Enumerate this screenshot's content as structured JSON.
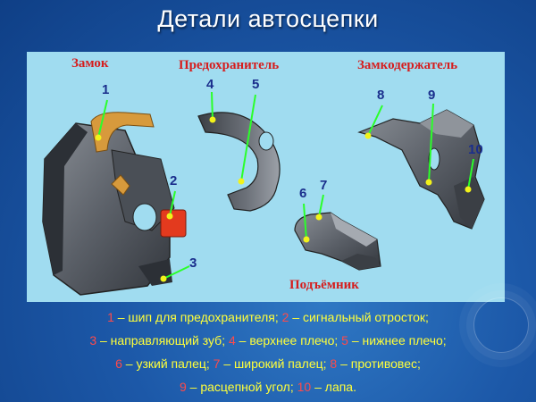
{
  "title": "Детали автосцепки",
  "sections": {
    "lock": "Замок",
    "guard": "Предохранитель",
    "lock_holder": "Замкодержатель",
    "lifter": "Подъёмник"
  },
  "numbers": [
    "1",
    "2",
    "3",
    "4",
    "5",
    "6",
    "7",
    "8",
    "9",
    "10"
  ],
  "captions": [
    [
      {
        "n": "1"
      },
      {
        "t": " – шип для предохранителя; "
      },
      {
        "n": "2"
      },
      {
        "t": " – сигнальный отросток;"
      }
    ],
    [
      {
        "n": "3"
      },
      {
        "t": " – направляющий зуб; "
      },
      {
        "n": "4"
      },
      {
        "t": " – верхнее плечо; "
      },
      {
        "n": "5"
      },
      {
        "t": " – нижнее плечо;"
      }
    ],
    [
      {
        "n": "6"
      },
      {
        "t": " – узкий палец; "
      },
      {
        "n": "7"
      },
      {
        "t": " – широкий палец; "
      },
      {
        "n": "8"
      },
      {
        "t": " – противовес;"
      }
    ],
    [
      {
        "n": "9"
      },
      {
        "t": " – расцепной угол; "
      },
      {
        "n": "10"
      },
      {
        "t": " – лапа."
      }
    ]
  ],
  "colors": {
    "panel": "#a0dcf0",
    "section_label": "#d61d1d",
    "caption_text": "#ffff3a",
    "caption_number": "#ff4a4a",
    "number_label": "#1a2e8c",
    "marker": "#f2f21a"
  }
}
